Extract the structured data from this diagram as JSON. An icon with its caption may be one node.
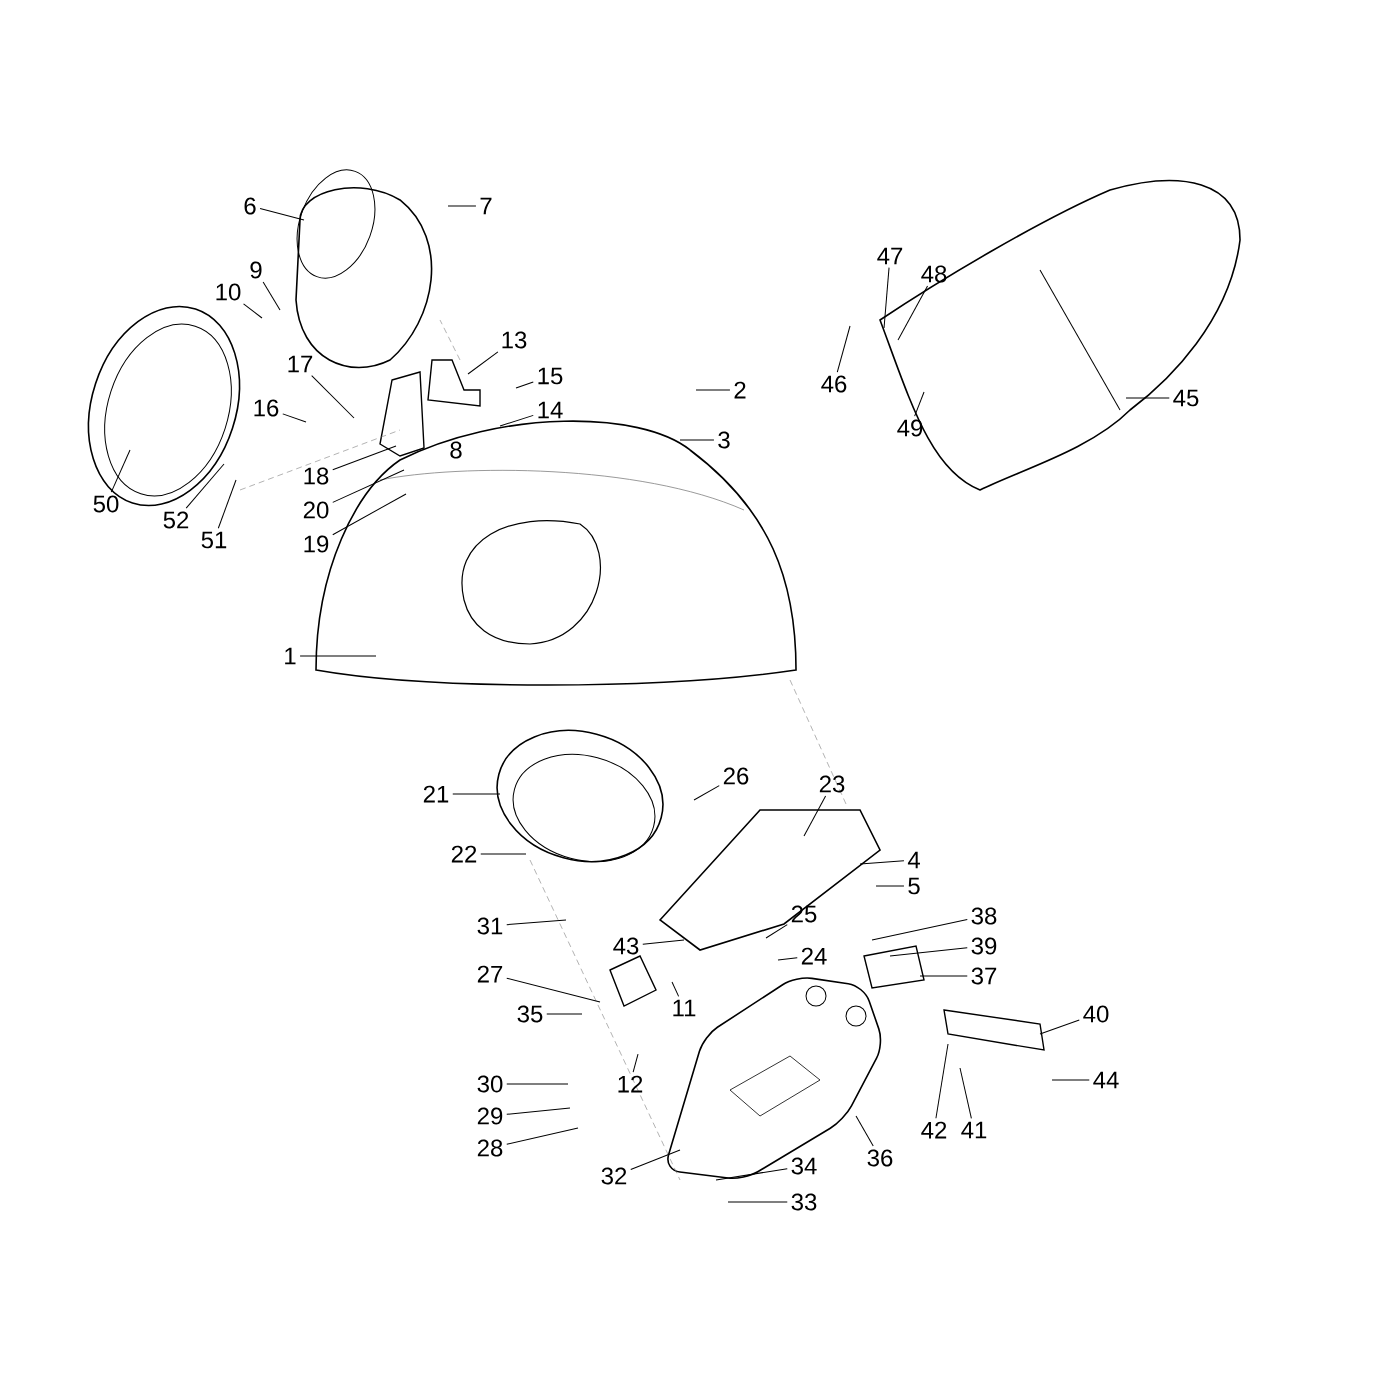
{
  "diagram": {
    "nodes": [
      {
        "text": [
          "1"
        ]
      },
      {
        "text": [
          "2"
        ]
      },
      {
        "text": [
          "3"
        ]
      },
      {
        "text": [
          "4"
        ]
      },
      {
        "text": [
          "5"
        ]
      },
      {
        "text": [
          "6"
        ]
      },
      {
        "text": [
          "7"
        ]
      },
      {
        "text": [
          "9"
        ]
      },
      {
        "text": [
          "10"
        ]
      },
      {
        "text": [
          "11"
        ]
      },
      {
        "text": [
          "12"
        ]
      },
      {
        "text": [
          "13"
        ]
      },
      {
        "text": [
          "14"
        ]
      },
      {
        "text": [
          "15"
        ]
      },
      {
        "text": [
          "16"
        ]
      },
      {
        "text": [
          "17"
        ]
      },
      {
        "text": [
          "18"
        ]
      },
      {
        "text": [
          "19"
        ]
      },
      {
        "text": [
          "20"
        ]
      },
      {
        "text": [
          "21"
        ]
      },
      {
        "text": [
          "22"
        ]
      },
      {
        "text": [
          "23"
        ]
      },
      {
        "text": [
          "24"
        ]
      },
      {
        "text": [
          "25"
        ]
      },
      {
        "text": [
          "26"
        ]
      },
      {
        "text": [
          "27"
        ]
      },
      {
        "text": [
          "28"
        ]
      },
      {
        "text": [
          "29"
        ]
      },
      {
        "text": [
          "30"
        ]
      },
      {
        "text": [
          "31"
        ]
      },
      {
        "text": [
          "32"
        ]
      },
      {
        "text": [
          "33"
        ]
      },
      {
        "text": [
          "34"
        ]
      },
      {
        "text": [
          "35"
        ]
      },
      {
        "text": [
          "36"
        ]
      },
      {
        "text": [
          "37"
        ]
      },
      {
        "text": [
          "38"
        ]
      },
      {
        "text": [
          "39"
        ]
      },
      {
        "text": [
          "40"
        ]
      },
      {
        "text": [
          "41"
        ]
      },
      {
        "text": [
          "42"
        ]
      },
      {
        "text": [
          "43"
        ]
      },
      {
        "text": [
          "44"
        ]
      },
      {
        "text": [
          "45"
        ]
      },
      {
        "text": [
          "46"
        ]
      },
      {
        "text": [
          "47"
        ]
      },
      {
        "text": [
          "48"
        ]
      },
      {
        "text": [
          "49"
        ]
      },
      {
        "text": [
          "50"
        ]
      },
      {
        "text": [
          "51"
        ]
      },
      {
        "text": [
          "52"
        ]
      }
    ],
    "edges": [
      {
        "from": 0,
        "to": null,
        "arrow": "none"
      },
      {
        "from": 1,
        "to": null,
        "arrow": "none"
      },
      {
        "from": 2,
        "to": null,
        "arrow": "none"
      },
      {
        "from": 3,
        "to": null,
        "arrow": "none"
      },
      {
        "from": 4,
        "to": null,
        "arrow": "none"
      },
      {
        "from": 5,
        "to": null,
        "arrow": "none"
      },
      {
        "from": 6,
        "to": null,
        "arrow": "none"
      },
      {
        "from": 7,
        "to": null,
        "arrow": "none"
      },
      {
        "from": 8,
        "to": null,
        "arrow": "none"
      },
      {
        "from": 9,
        "to": null,
        "arrow": "none"
      },
      {
        "from": 10,
        "to": null,
        "arrow": "none"
      },
      {
        "from": 11,
        "to": null,
        "arrow": "none"
      },
      {
        "from": 12,
        "to": null,
        "arrow": "none"
      },
      {
        "from": 13,
        "to": null,
        "arrow": "none"
      },
      {
        "from": 14,
        "to": null,
        "arrow": "none"
      },
      {
        "from": 15,
        "to": null,
        "arrow": "none"
      },
      {
        "from": 16,
        "to": null,
        "arrow": "none"
      },
      {
        "from": 17,
        "to": null,
        "arrow": "none"
      },
      {
        "from": 18,
        "to": null,
        "arrow": "none"
      },
      {
        "from": 19,
        "to": null,
        "arrow": "none"
      },
      {
        "from": 20,
        "to": null,
        "arrow": "none"
      },
      {
        "from": 21,
        "to": null,
        "arrow": "none"
      },
      {
        "from": 22,
        "to": null,
        "arrow": "none"
      },
      {
        "from": 23,
        "to": null,
        "arrow": "none"
      },
      {
        "from": 24,
        "to": null,
        "arrow": "none"
      },
      {
        "from": 25,
        "to": null,
        "arrow": "none"
      },
      {
        "from": 26,
        "to": null,
        "arrow": "none"
      },
      {
        "from": 27,
        "to": null,
        "arrow": "none"
      },
      {
        "from": 28,
        "to": null,
        "arrow": "none"
      },
      {
        "from": 29,
        "to": null,
        "arrow": "none"
      },
      {
        "from": 30,
        "to": null,
        "arrow": "none"
      },
      {
        "from": 31,
        "to": null,
        "arrow": "none"
      },
      {
        "from": 32,
        "to": null,
        "arrow": "none"
      },
      {
        "from": 33,
        "to": null,
        "arrow": "none"
      },
      {
        "from": 34,
        "to": null,
        "arrow": "none"
      },
      {
        "from": 35,
        "to": null,
        "arrow": "none"
      },
      {
        "from": 36,
        "to": null,
        "arrow": "none"
      },
      {
        "from": 37,
        "to": null,
        "arrow": "none"
      },
      {
        "from": 38,
        "to": null,
        "arrow": "none"
      },
      {
        "from": 39,
        "to": null,
        "arrow": "none"
      },
      {
        "from": 40,
        "to": null,
        "arrow": "none"
      },
      {
        "from": 41,
        "to": null,
        "arrow": "none"
      },
      {
        "from": 42,
        "to": null,
        "arrow": "none"
      },
      {
        "from": 43,
        "to": null,
        "arrow": "none"
      },
      {
        "from": 44,
        "to": null,
        "arrow": "none"
      },
      {
        "from": 45,
        "to": null,
        "arrow": "none"
      },
      {
        "from": 46,
        "to": null,
        "arrow": "none"
      },
      {
        "from": 47,
        "to": null,
        "arrow": "none"
      },
      {
        "from": 48,
        "to": null,
        "arrow": "none"
      },
      {
        "from": 49,
        "to": null,
        "arrow": "none"
      },
      {
        "from": 50,
        "to": null,
        "arrow": "none"
      }
    ],
    "labels": [
      "8"
    ]
  }
}
